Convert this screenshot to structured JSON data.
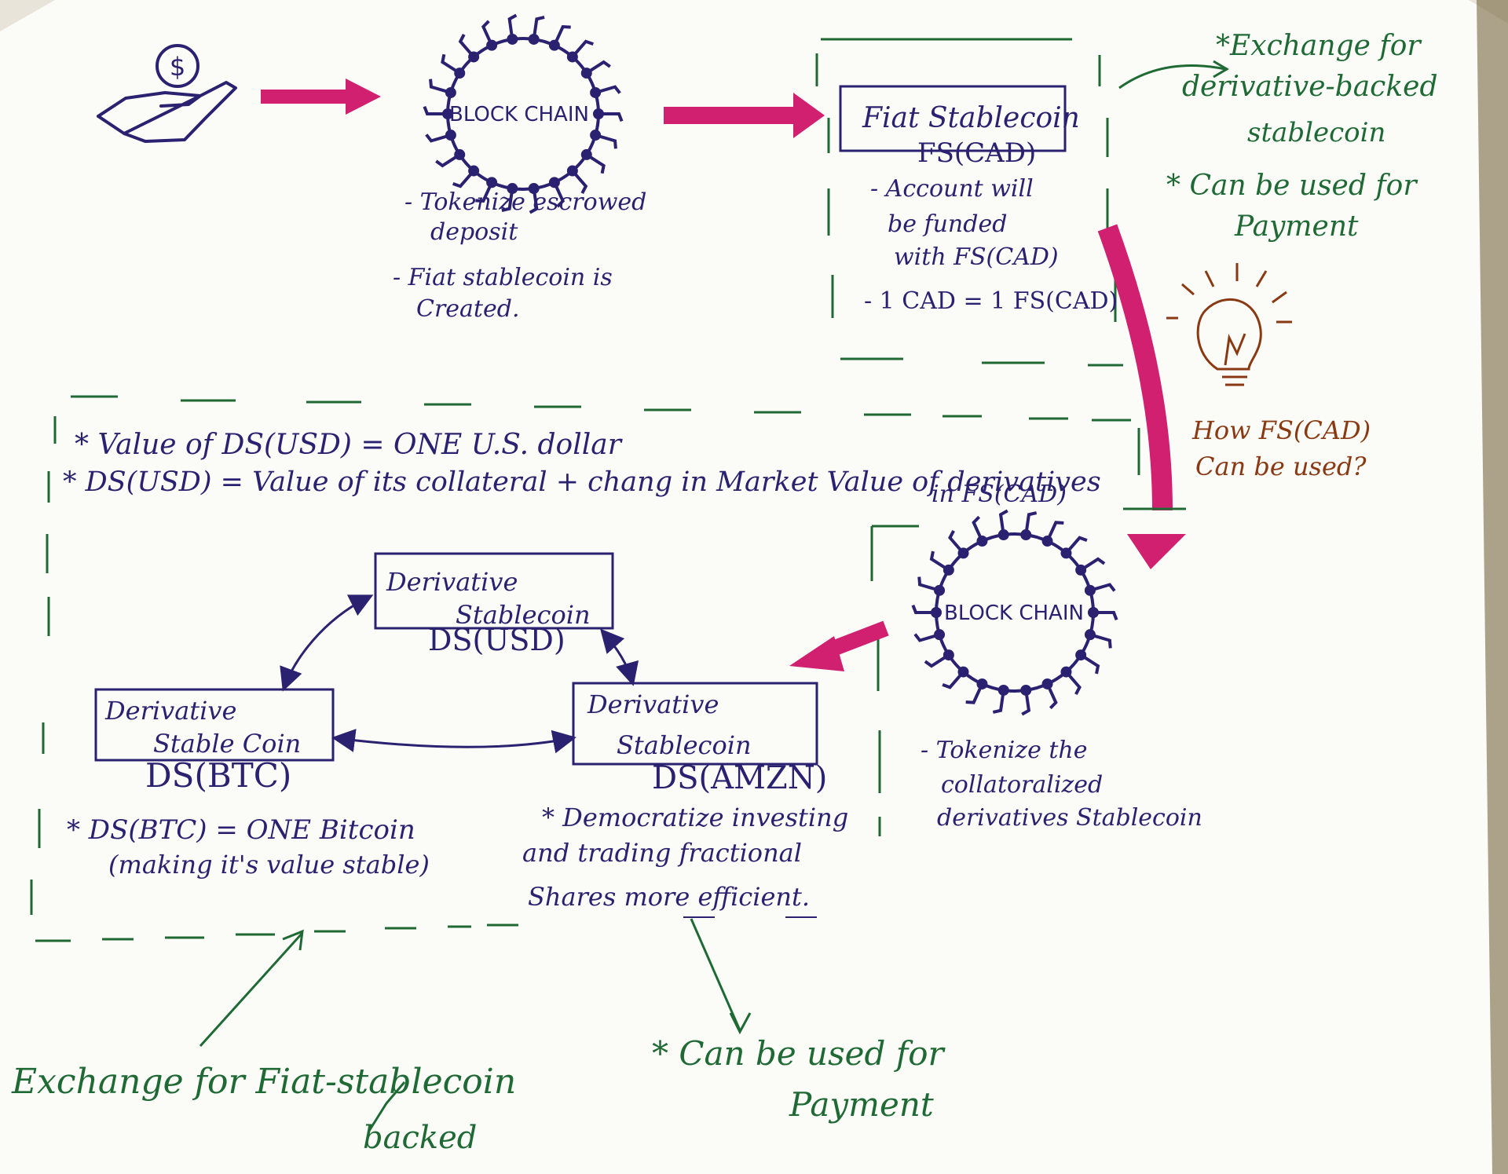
{
  "top_row": {
    "blockchain_1": {
      "label": "BLOCK CHAIN",
      "notes": [
        "- Tokenize escrowed",
        "deposit",
        "- Fiat stablecoin is",
        "Created."
      ]
    },
    "fiat_box": {
      "title": "Fiat Stablecoin",
      "code": "FS(CAD)",
      "notes": [
        "- Account will",
        "be funded",
        "with FS(CAD)",
        "- 1 CAD = 1 FS(CAD)"
      ]
    },
    "exchange_note": {
      "lines": [
        "*Exchange for",
        "derivative-backed",
        "stablecoin",
        "* Can be used for",
        "Payment"
      ]
    },
    "idea_note": {
      "lines": [
        "How FS(CAD)",
        "Can be used?"
      ]
    }
  },
  "middle_section": {
    "value_lines": [
      "* Value of DS(USD) = ONE U.S. dollar",
      "* DS(USD) = Value of its collateral + chang in Market Value of derivatives",
      "in FS(CAD)"
    ],
    "blockchain_2": {
      "label": "BLOCK CHAIN",
      "notes": [
        "- Tokenize the",
        "collatoralized",
        "derivatives Stablecoin"
      ]
    },
    "ds_usd": {
      "title_1": "Derivative",
      "title_2": "Stablecoin",
      "code": "DS(USD)"
    },
    "ds_btc": {
      "title_1": "Derivative",
      "title_2": "Stable Coin",
      "code": "DS(BTC)",
      "notes": [
        "* DS(BTC) = ONE Bitcoin",
        "(making it's value stable)"
      ]
    },
    "ds_amzn": {
      "title_1": "Derivative",
      "title_2": "Stablecoin",
      "code": "DS(AMZN)",
      "notes": [
        "* Democratize investing",
        "and trading fractional",
        "Shares more efficient."
      ]
    }
  },
  "bottom": {
    "exchange_fiat": "Exchange for Fiat-stablecoin",
    "backed": "backed",
    "payment_1": "* Can be used for",
    "payment_2": "Payment"
  },
  "colors": {
    "ink_navy": "#2a2270",
    "ink_green": "#1f6a34",
    "ink_magenta": "#d0206f",
    "ink_brown": "#8a3a12",
    "paper": "#fbfbf8"
  },
  "icons": [
    "hand-holding-dollar-icon",
    "blockchain-circle-icon",
    "lightbulb-icon"
  ]
}
